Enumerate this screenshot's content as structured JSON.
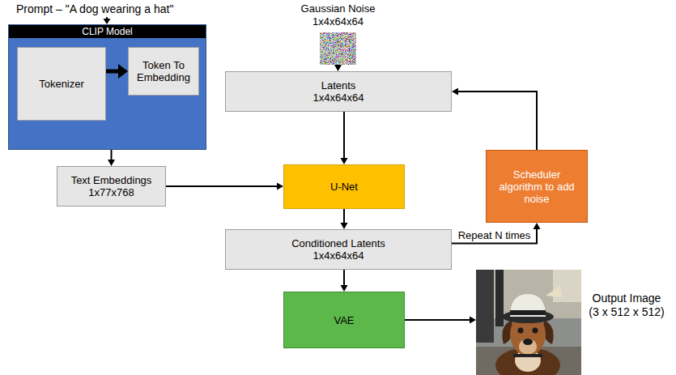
{
  "diagram": {
    "nodes": [
      {
        "text": [
          "CLIP Model"
        ]
      },
      {
        "text": [
          "Tokenizer"
        ],
        "in": 0
      },
      {
        "text": [
          "Token To Embedding"
        ],
        "in": 0
      },
      {
        "text": [
          "Gaussian Noise 1x4x64x64"
        ]
      },
      {
        "text": [
          "Latents 1x4x64x64"
        ]
      },
      {
        "text": [
          "Text Embeddings 1x77x768"
        ]
      },
      {
        "text": [
          "U-Net"
        ]
      },
      {
        "text": [
          "Scheduler algorithm to add noise"
        ]
      },
      {
        "text": [
          "Conditioned Latents 1x4x64x64"
        ]
      },
      {
        "text": [
          "VAE"
        ]
      },
      {
        "text": [
          "Output Image (3 x 512 x 512)"
        ]
      }
    ],
    "edges": [
      {
        "from": 1,
        "to": 2,
        "arrow": "to"
      },
      {
        "from": 0,
        "to": 5,
        "arrow": "to"
      },
      {
        "from": 5,
        "to": 6,
        "arrow": "to"
      },
      {
        "from": 3,
        "to": 4,
        "arrow": "to"
      },
      {
        "from": 4,
        "to": 6,
        "arrow": "to"
      },
      {
        "from": 6,
        "to": 8,
        "arrow": "to"
      },
      {
        "from": 8,
        "to": 7,
        "label": "Repeat N times",
        "arrow": "to"
      },
      {
        "from": 7,
        "to": 4,
        "arrow": "to"
      },
      {
        "from": 8,
        "to": 9,
        "arrow": "to"
      },
      {
        "from": 9,
        "to": 10,
        "arrow": "to"
      }
    ],
    "labels": [
      "Prompt – \"A dog wearing a hat\""
    ]
  }
}
